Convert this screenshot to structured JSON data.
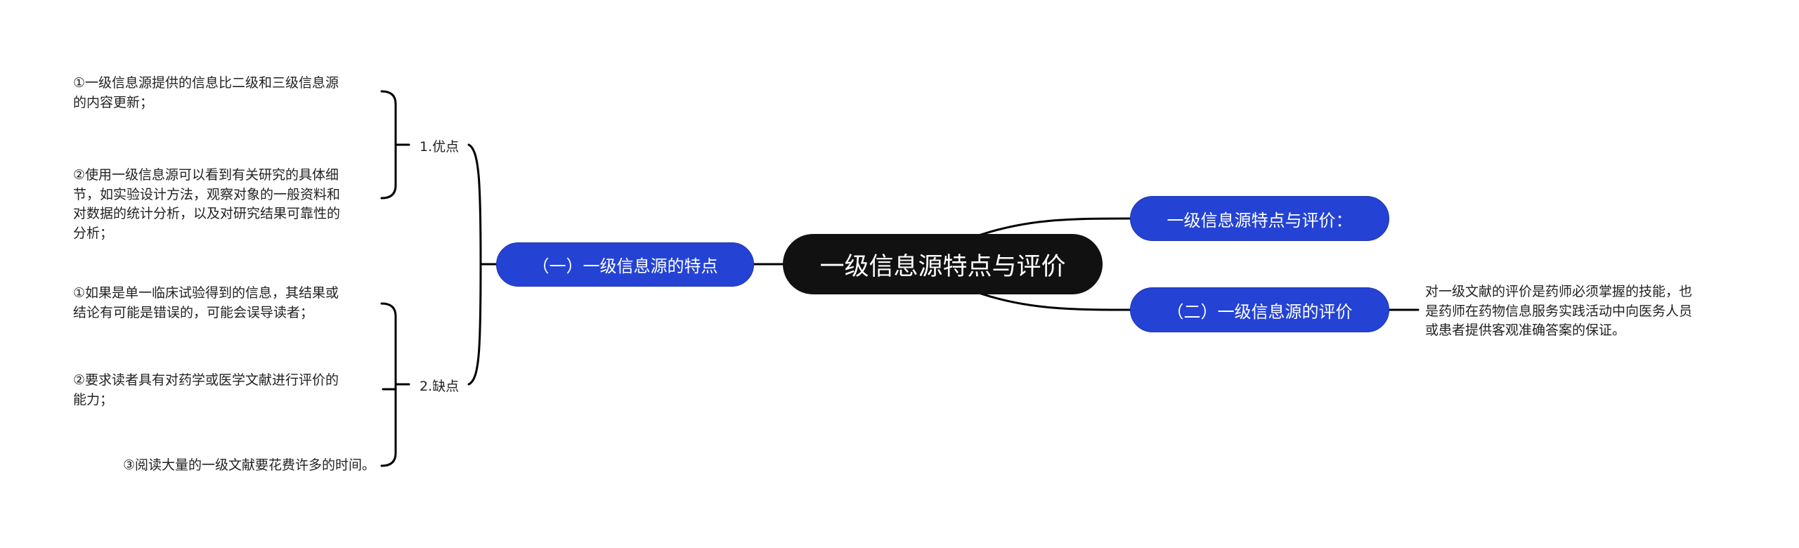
{
  "root": {
    "title": "一级信息源特点与评价"
  },
  "left": {
    "topic": {
      "label": "（一）一级信息源的特点"
    },
    "groups": [
      {
        "label": "1.优点",
        "items": [
          "①一级信息源提供的信息比二级和三级信息源\n的内容更新；",
          "②使用一级信息源可以看到有关研究的具体细\n节，如实验设计方法，观察对象的一般资料和\n对数据的统计分析，以及对研究结果可靠性的\n分析；"
        ]
      },
      {
        "label": "2.缺点",
        "items": [
          "①如果是单一临床试验得到的信息，其结果或\n结论有可能是错误的，可能会误导读者；",
          "②要求读者具有对药学或医学文献进行评价的\n能力；",
          "③阅读大量的一级文献要花费许多的时间。"
        ]
      }
    ]
  },
  "right": {
    "topics": [
      {
        "label": "一级信息源特点与评价："
      },
      {
        "label": "（二）一级信息源的评价",
        "note": "对一级文献的评价是药师必须掌握的技能，也\n是药师在药物信息服务实践活动中向医务人员\n或患者提供客观准确答案的保证。"
      }
    ]
  },
  "colors": {
    "root_bg": "#111111",
    "topic_bg": "#2443d4",
    "line": "#000000",
    "text": "#222222",
    "background": "#ffffff"
  }
}
